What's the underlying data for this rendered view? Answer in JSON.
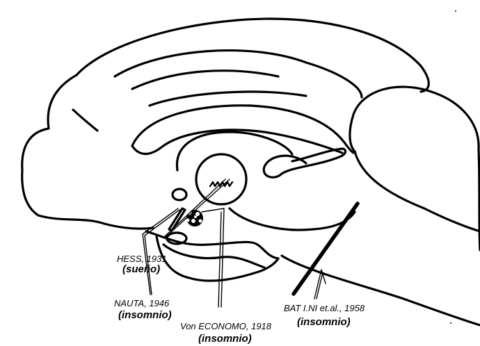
{
  "labels": {
    "hess": {
      "name": "HESS, 1931",
      "effect": "(sueño)"
    },
    "nauta": {
      "name": "NAUTA, 1946",
      "effect": "(insomnio)"
    },
    "economo": {
      "name": "Von ECONOMO, 1918",
      "effect": "(insomnio)"
    },
    "batini": {
      "name": "BAT I.NI et.al., 1958",
      "effect": "(insomnio)"
    }
  },
  "colors": {
    "ink": "#000000",
    "paper": "#ffffff"
  }
}
